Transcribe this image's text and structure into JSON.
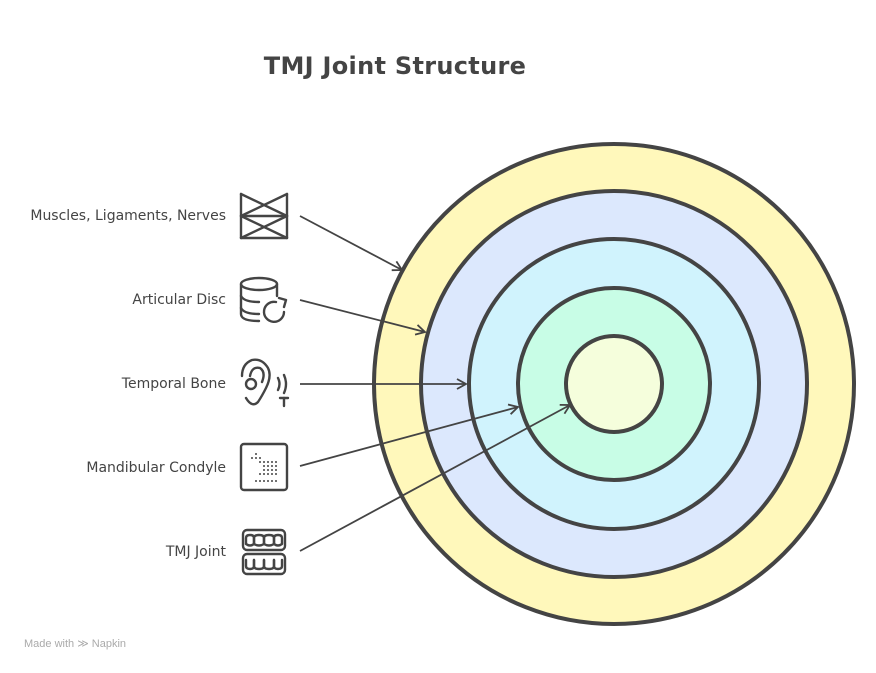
{
  "title": "TMJ Joint Structure",
  "layers": [
    {
      "label": "Muscles, Ligaments, Nerves",
      "icon": "muscles-ligaments-icon",
      "color": "#fff8bb"
    },
    {
      "label": "Articular Disc",
      "icon": "disc-stack-icon",
      "color": "#dce8fd"
    },
    {
      "label": "Temporal Bone",
      "icon": "ear-icon",
      "color": "#d0f3fd"
    },
    {
      "label": "Mandibular Condyle",
      "icon": "dotted-square-icon",
      "color": "#c8fde6"
    },
    {
      "label": "TMJ Joint",
      "icon": "teeth-icon",
      "color": "#f5fedc"
    }
  ],
  "footer": {
    "prefix": "Made with",
    "brand": "Napkin"
  },
  "colors": {
    "stroke": "#444444",
    "text": "#444444",
    "footer": "#aaaaaa"
  }
}
